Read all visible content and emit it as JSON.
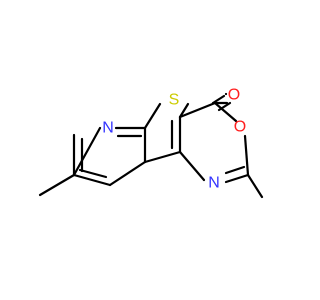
{
  "diagram_type": "chemical-structure",
  "colors": {
    "bond": "#000000",
    "nitrogen": "#3333ff",
    "oxygen": "#ff2020",
    "sulfur": "#cccc00",
    "background": "#ffffff"
  },
  "atoms": {
    "n_pyridine": {
      "label": "N",
      "element": "nitrogen"
    },
    "s_thiophene": {
      "label": "S",
      "element": "sulfur"
    },
    "o_carbonyl": {
      "label": "O",
      "element": "oxygen"
    },
    "o_ring": {
      "label": "O",
      "element": "oxygen"
    },
    "n_oxazine": {
      "label": "N",
      "element": "nitrogen"
    }
  }
}
